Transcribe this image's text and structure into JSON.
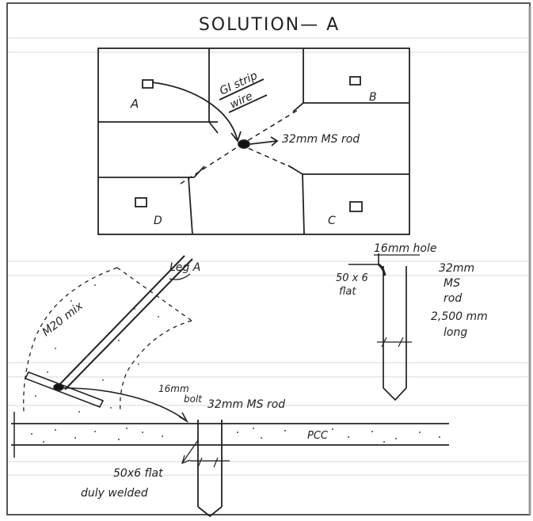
{
  "title": "SOLUTION— A",
  "plan": {
    "pit_a": "A",
    "pit_b": "B",
    "pit_c": "C",
    "pit_d": "D",
    "strip_label_1": "GI strip",
    "strip_label_2": "wire",
    "rod_label": "32mm MS rod"
  },
  "section": {
    "concrete_label": "M20 mix",
    "leg_label": "Leg A",
    "bolt_label_1": "16mm",
    "bolt_label_2": "bolt",
    "rod_label": "32mm MS rod",
    "pcc_label": "PCC",
    "flat_label_1": "50x6 flat",
    "flat_label_2": "duly welded"
  },
  "rod_detail": {
    "hole_label": "16mm hole",
    "flat_label_1": "50 x 6",
    "flat_label_2": "flat",
    "rod_label_1": "32mm",
    "rod_label_2": "MS",
    "rod_label_3": "rod",
    "length_label_1": "2,500 mm",
    "length_label_2": "long"
  },
  "colors": {
    "ink": "#222222",
    "paper": "#ffffff",
    "rule": "#d9d9d9",
    "frame": "#555555"
  }
}
